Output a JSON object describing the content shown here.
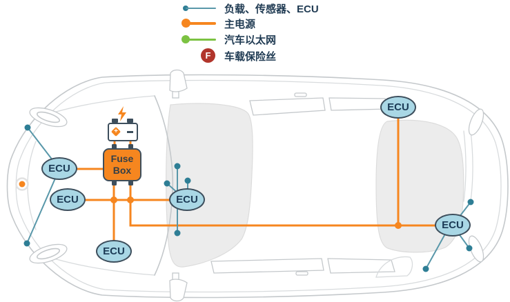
{
  "legend": {
    "items": [
      {
        "label": "负载、传感器、ECU",
        "type": "sensor-line"
      },
      {
        "label": "主电源",
        "type": "power-line"
      },
      {
        "label": "汽车以太网",
        "type": "ethernet-line"
      },
      {
        "label": "车载保险丝",
        "type": "fuse-badge",
        "badge_text": "F"
      }
    ]
  },
  "diagram": {
    "fuse_box": {
      "line1": "Fuse",
      "line2": "Box"
    },
    "battery": {
      "icons": [
        "lightning-icon",
        "plus-terminal",
        "minus-terminal"
      ]
    },
    "nodes": [
      {
        "id": "ecu-front-left-upper",
        "label": "ECU"
      },
      {
        "id": "ecu-front-left-lower",
        "label": "ECU"
      },
      {
        "id": "ecu-front-bottom",
        "label": "ECU"
      },
      {
        "id": "ecu-center",
        "label": "ECU"
      },
      {
        "id": "ecu-rear-top",
        "label": "ECU"
      },
      {
        "id": "ecu-rear-right",
        "label": "ECU"
      }
    ]
  },
  "colors": {
    "power": "#F6861F",
    "sensor_line": "#5897A9",
    "sensor_dot": "#2E7E95",
    "ethernet": "#7CC242",
    "fuse_red": "#B1352B",
    "node_fill": "#A9D7E5",
    "node_border": "#3D4E5C",
    "node_text": "#1B3A55",
    "fusebox_text": "#353F47",
    "legend_text": "#1F3A52",
    "car_line": "#C4C8CB",
    "car_line_light": "#D8DBDD",
    "glass_fill": "#ECECEC",
    "glass_edge": "#DCDCDC"
  }
}
